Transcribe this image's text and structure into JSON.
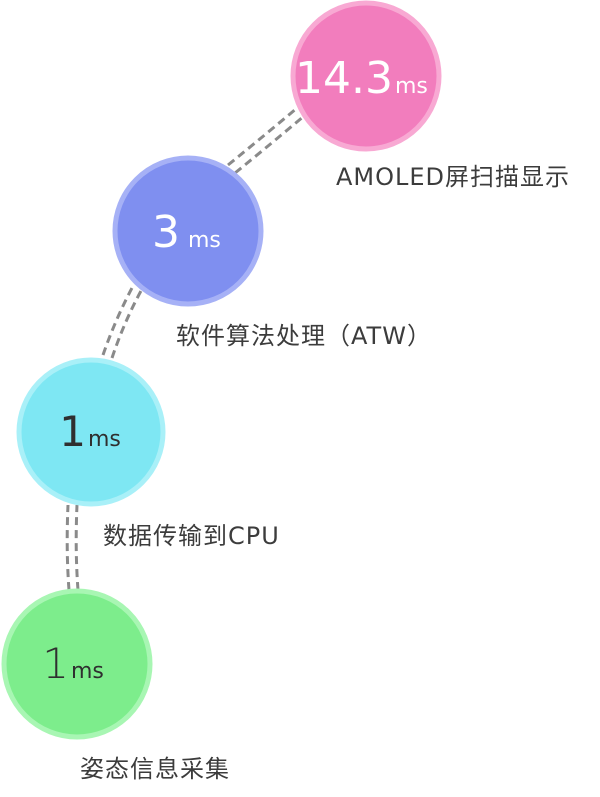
{
  "stages": [
    {
      "value": "1",
      "unit": "ms",
      "label": "姿态信息采集",
      "color": "#7ded8c",
      "ring": "#a8f6b3",
      "text_color": "#2f2f2f"
    },
    {
      "value": "1",
      "unit": "ms",
      "label": "数据传输到CPU",
      "color": "#7ee7f3",
      "ring": "#a9f0f8",
      "text_color": "#2f2f2f"
    },
    {
      "value": "3",
      "unit": "ms",
      "label": "软件算法处理（ATW）",
      "color": "#7f8ff0",
      "ring": "#a6b1f6",
      "text_color": "#ffffff"
    },
    {
      "value": "14.3",
      "unit": "ms",
      "label": "AMOLED屏扫描显示",
      "color": "#f27dbd",
      "ring": "#f8a9d3",
      "text_color": "#ffffff"
    }
  ],
  "connector_color": "#8a8a8a"
}
